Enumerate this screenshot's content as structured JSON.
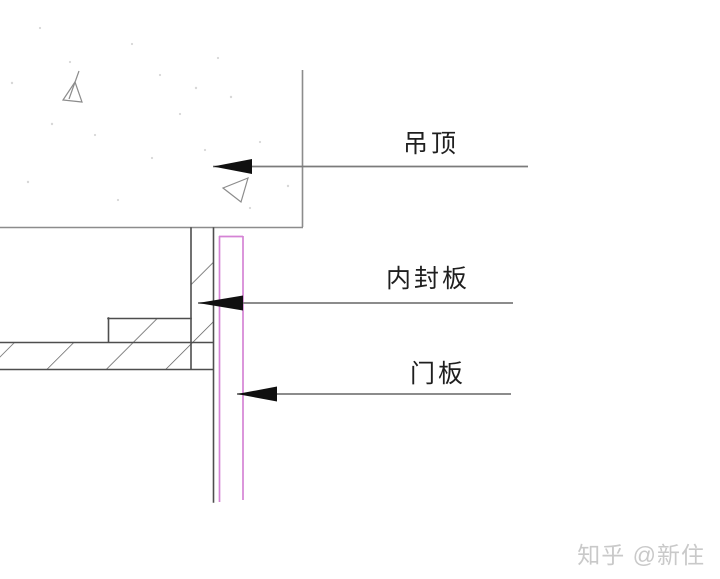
{
  "diagram": {
    "labels": {
      "ceiling": "吊顶",
      "inner_seal_panel": "内封板",
      "door_panel": "门板"
    },
    "watermark": "知乎 @新住"
  },
  "colors": {
    "background": "#ffffff",
    "slab": "#8c8c8c",
    "outline": "#4e4e4e",
    "hatch": "#565656",
    "leader": "#7b7b7b",
    "arrow": "#101010",
    "pink": "#d583d5",
    "text": "#1f1f1f",
    "watermark": "#c9c9c9",
    "speckle": "#c2c2c2"
  }
}
